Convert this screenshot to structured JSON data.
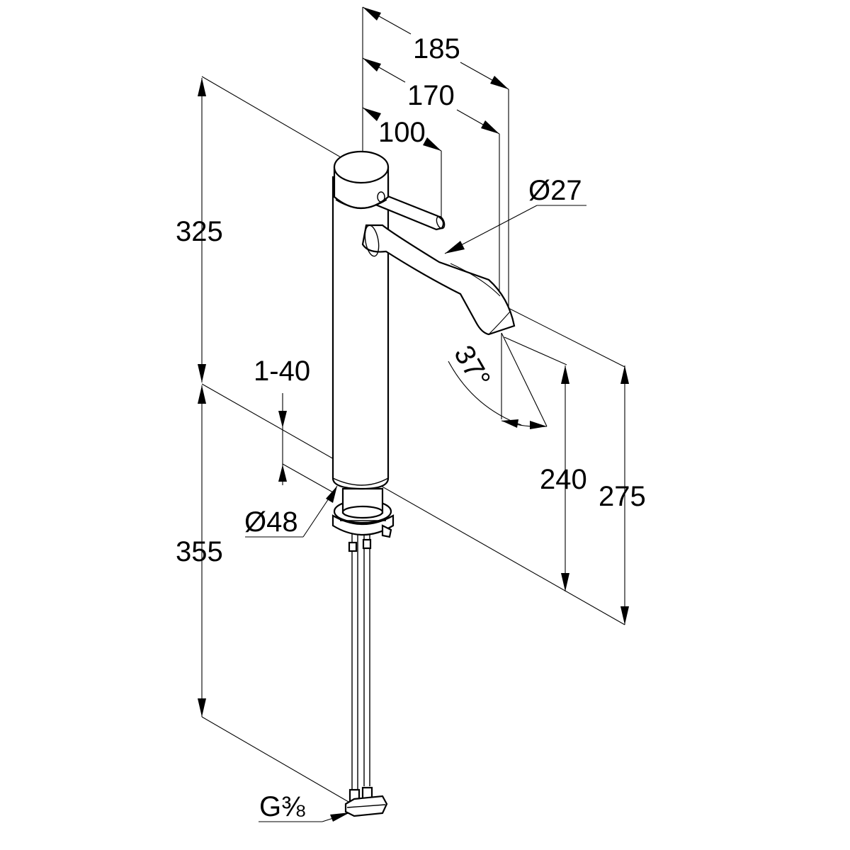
{
  "drawing": {
    "colors": {
      "line": "#000000",
      "background": "#ffffff"
    },
    "dimensions": {
      "d185": "185",
      "d170": "170",
      "d100": "100",
      "d27": "Ø27",
      "d325": "325",
      "d1_40": "1-40",
      "d37": "37°",
      "d240": "240",
      "d275": "275",
      "d48": "Ø48",
      "d355": "355",
      "thread": "G⅜"
    }
  }
}
